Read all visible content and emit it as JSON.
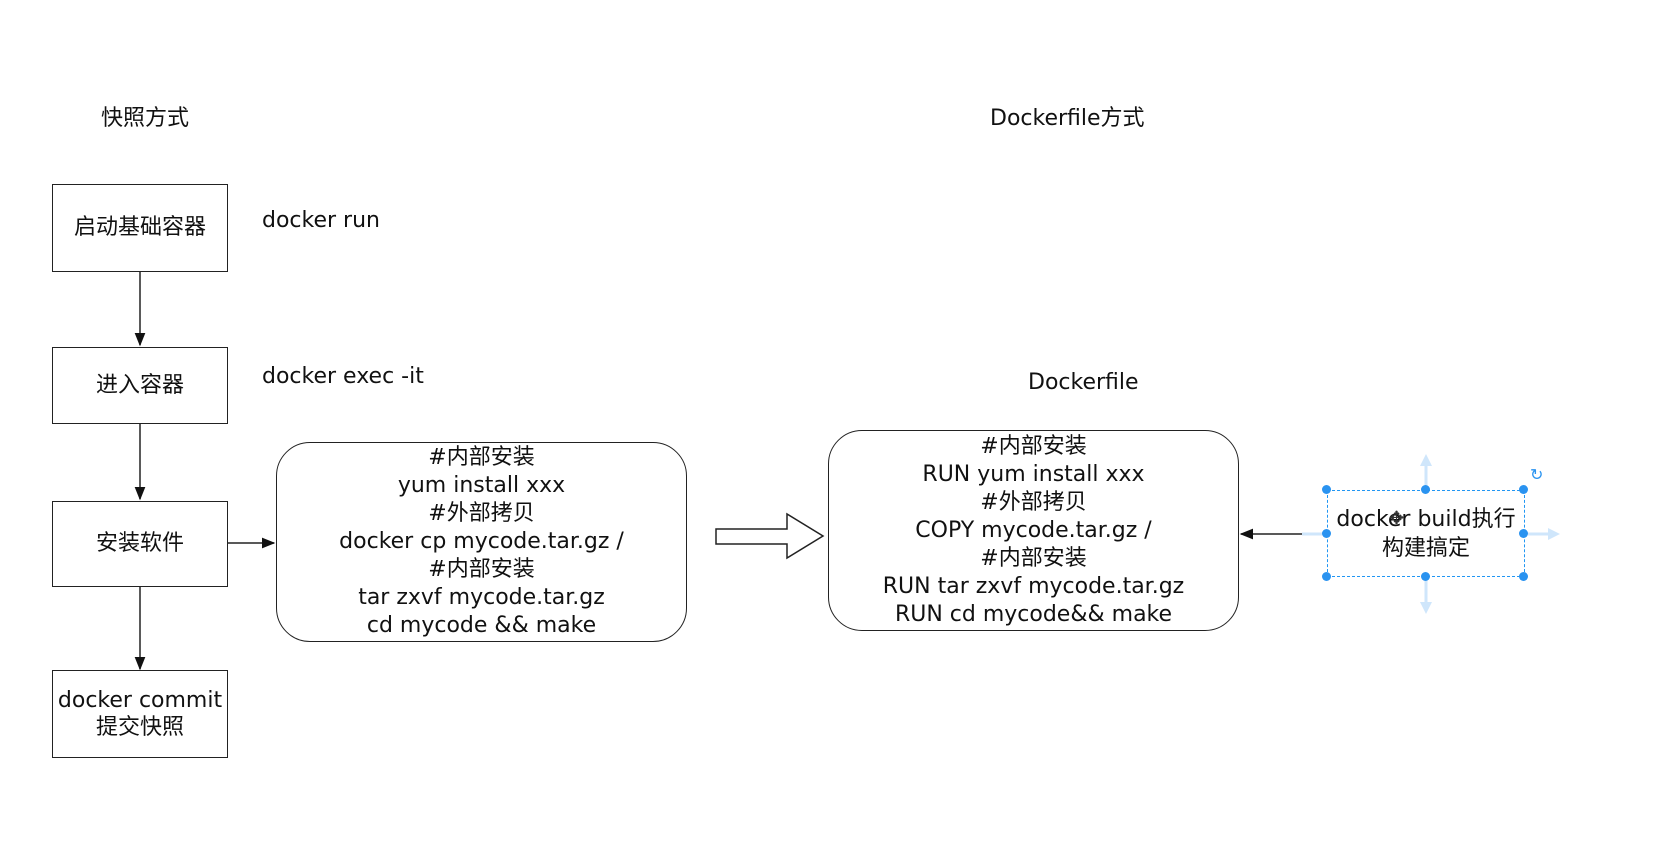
{
  "titles": {
    "snapshot": "快照方式",
    "dockerfile": "Dockerfile方式"
  },
  "snapshot_flow": {
    "steps": [
      "启动基础容器",
      "进入容器",
      "安装软件"
    ],
    "commit_lines": [
      "docker commit",
      "提交快照"
    ],
    "commands": [
      "docker run",
      "docker exec -it"
    ],
    "install_lines": [
      "#内部安装",
      "yum install xxx",
      "#外部拷贝",
      "docker cp mycode.tar.gz /",
      "#内部安装",
      "tar zxvf mycode.tar.gz",
      "cd mycode && make"
    ]
  },
  "dockerfile_flow": {
    "label": "Dockerfile",
    "lines": [
      "#内部安装",
      "RUN yum install xxx",
      "#外部拷贝",
      "COPY mycode.tar.gz /",
      "#内部安装",
      "RUN tar zxvf mycode.tar.gz",
      "RUN cd mycode&& make"
    ],
    "build_lines": [
      "docker build执行",
      "构建搞定"
    ]
  },
  "colors": {
    "line": "#222222",
    "selection": "#2196f3",
    "guide": "#cfe6fb"
  },
  "icons": {
    "move": "move-icon",
    "rotate": "rotate-icon"
  }
}
